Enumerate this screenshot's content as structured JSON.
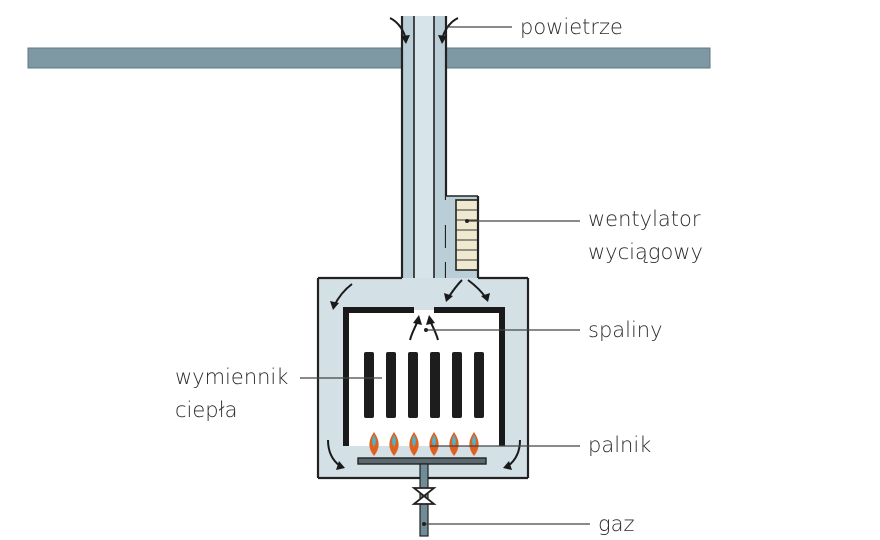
{
  "labels": {
    "air": "powietrze",
    "fan_line1": "wentylator",
    "fan_line2": "wyciągowy",
    "exhaust": "spaliny",
    "heat_exchanger_line1": "wymiennik",
    "heat_exchanger_line2": "ciepła",
    "burner": "palnik",
    "gas": "gaz"
  },
  "colors": {
    "pipe": "#b9ced6",
    "ceiling": "#7e99a3",
    "flame_outer": "#e0611f",
    "flame_inner": "#4fb2c8",
    "outline": "#222222"
  }
}
